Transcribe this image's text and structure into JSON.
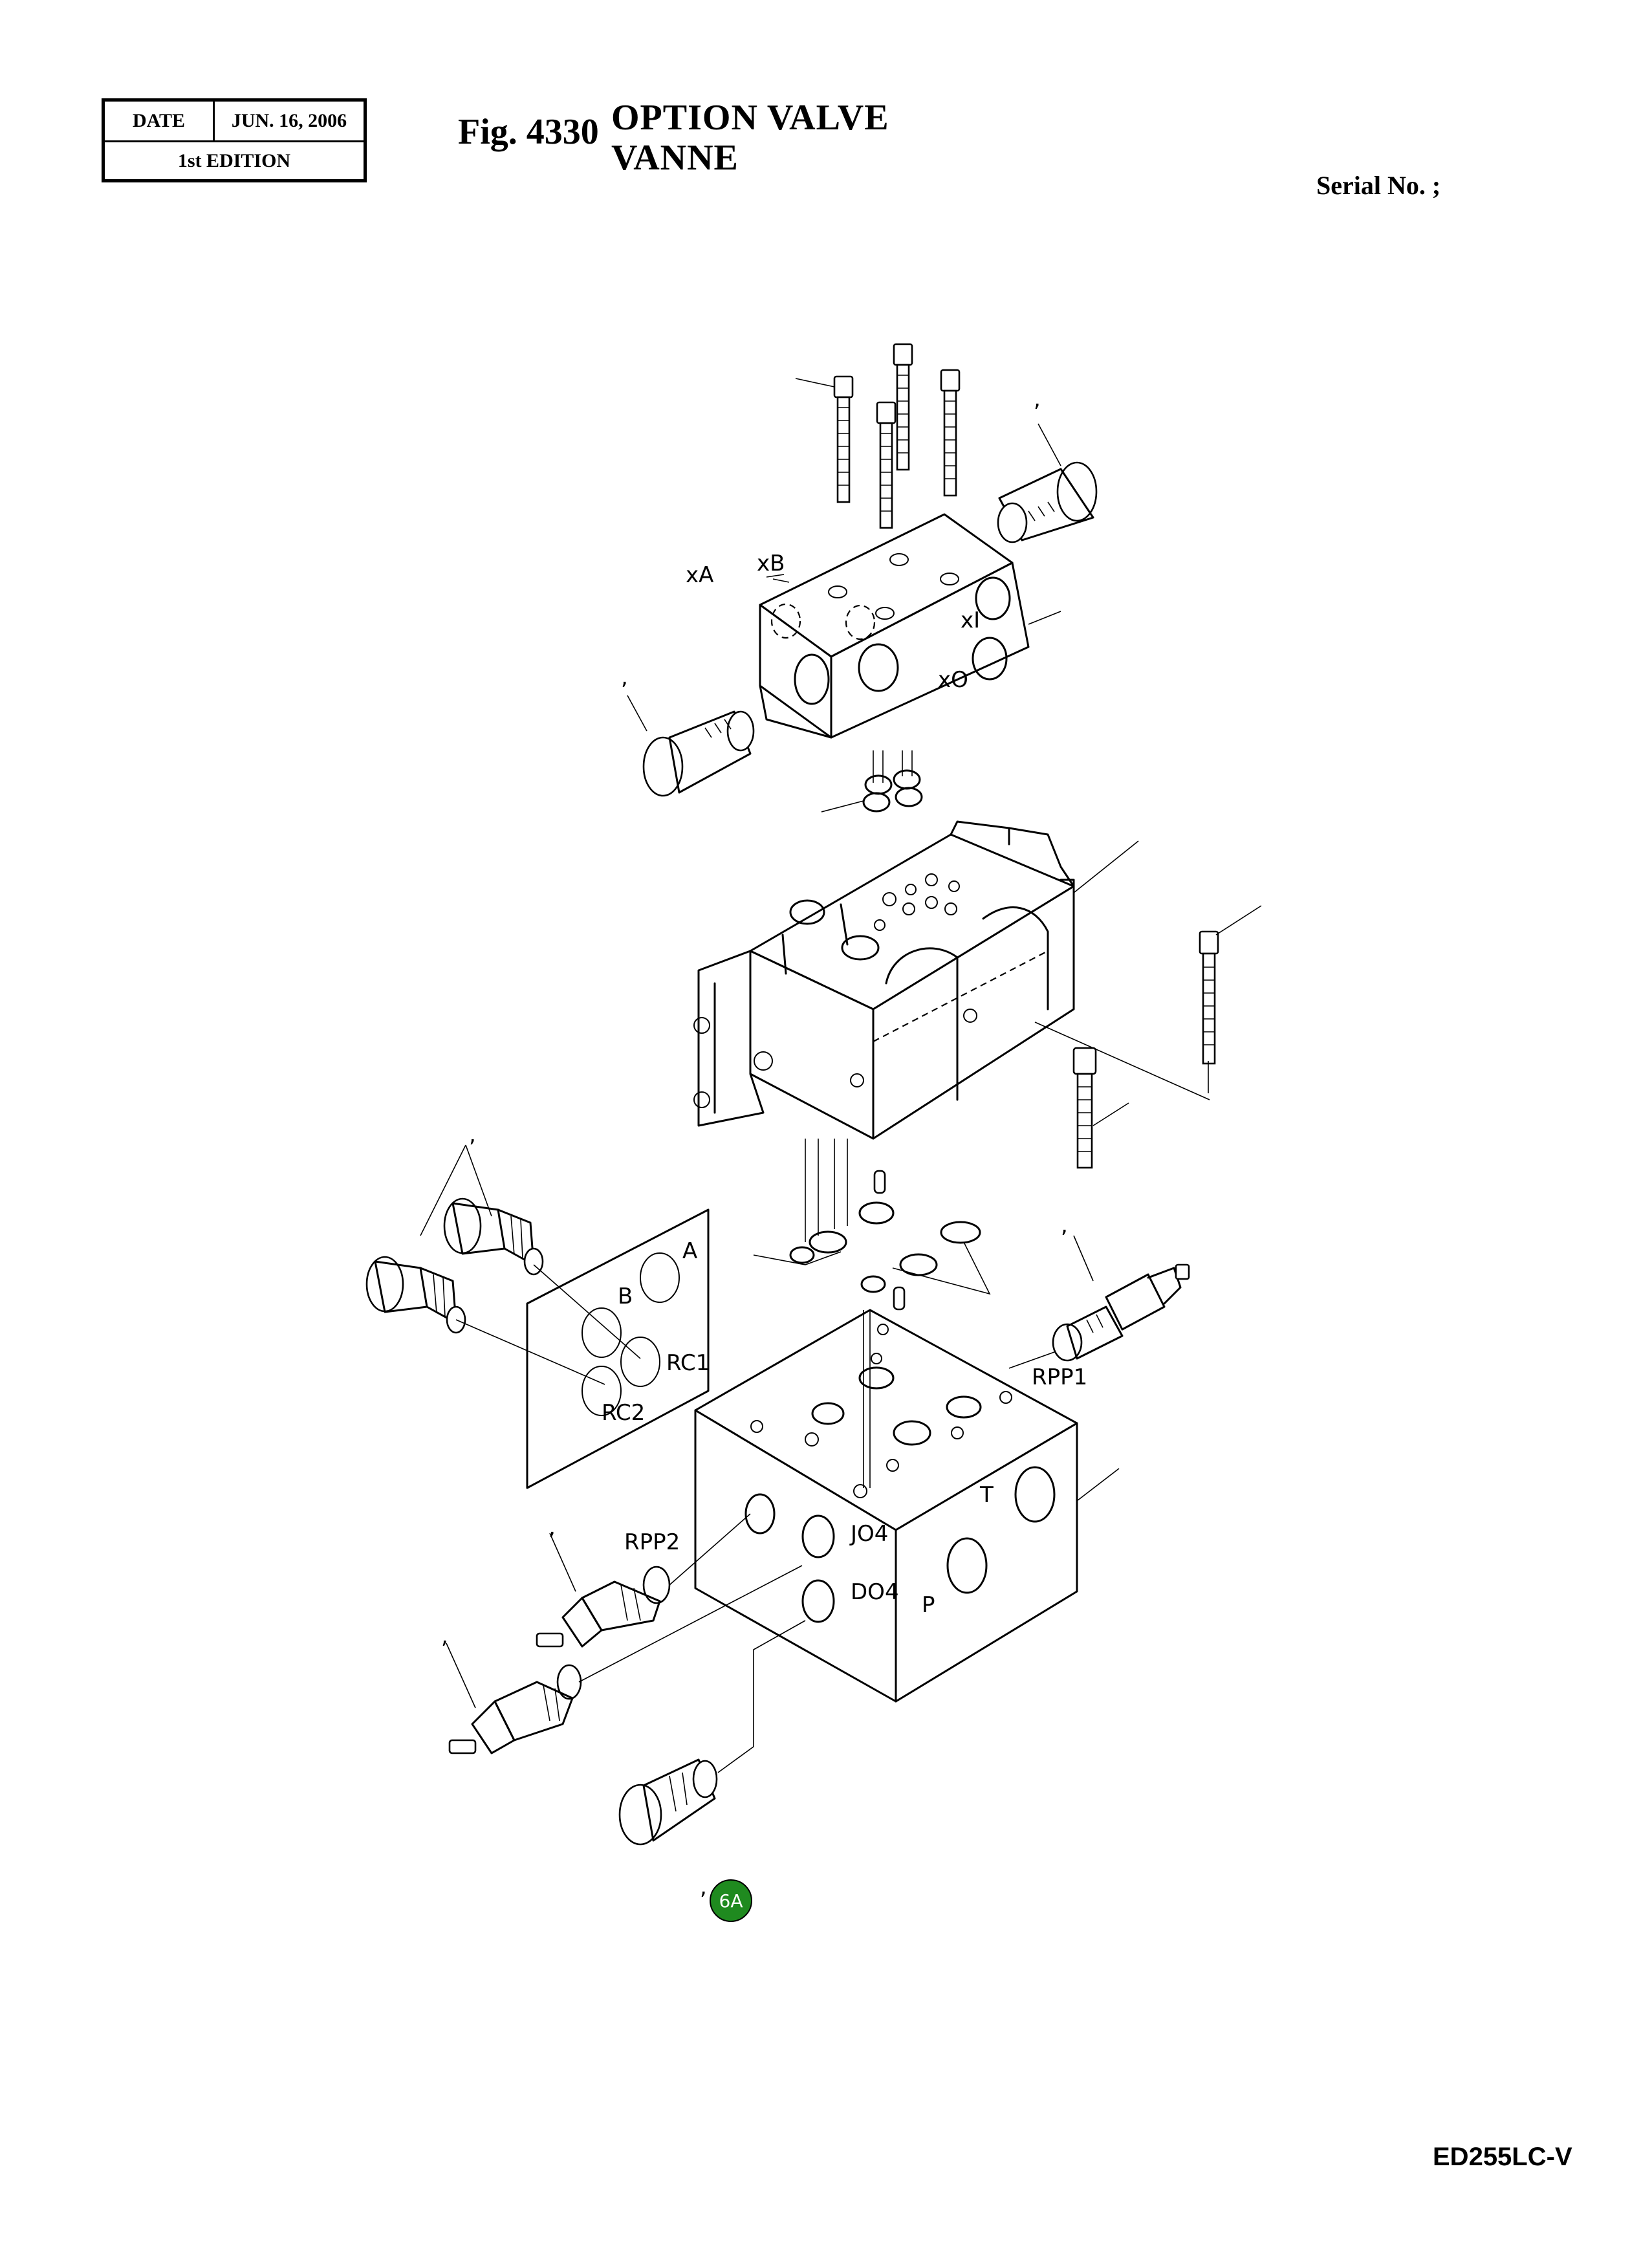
{
  "header": {
    "date_label": "DATE",
    "date_value": "JUN. 16, 2006",
    "edition": "1st EDITION",
    "fig_number": "Fig. 4330",
    "title_en": "OPTION  VALVE",
    "title_fr": "VANNE",
    "serial": "Serial No. ;"
  },
  "ports": {
    "xA": "xA",
    "xB": "xB",
    "xI": "xI",
    "xO": "xO",
    "A": "A",
    "B": "B",
    "RC1": "RC1",
    "RC2": "RC2",
    "RPP1": "RPP1",
    "RPP2": "RPP2",
    "JO4": "JO4",
    "DO4": "DO4",
    "T": "T",
    "P": "P"
  },
  "callouts": {
    "mark": ",",
    "badge_label": "6A",
    "badge_color": "#1f8a1f"
  },
  "footer": {
    "model": "ED255LC-V"
  }
}
